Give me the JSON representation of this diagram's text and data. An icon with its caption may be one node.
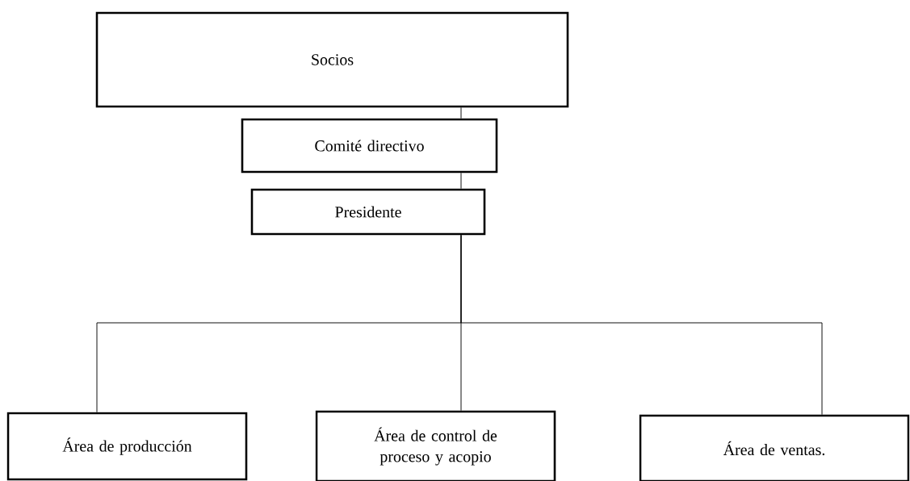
{
  "diagram": {
    "nodes": [
      {
        "text": [
          "Socios"
        ]
      },
      {
        "text": [
          "Comité directivo"
        ]
      },
      {
        "text": [
          "Presidente"
        ]
      },
      {
        "text": [
          "Área de producción"
        ]
      },
      {
        "text": [
          "Área de control de proceso y acopio"
        ]
      },
      {
        "text": [
          "Área de ventas."
        ]
      }
    ],
    "edges": [
      {
        "from": 0,
        "to": 1,
        "arrow": "none"
      },
      {
        "from": 1,
        "to": 2,
        "arrow": "none"
      },
      {
        "from": 2,
        "to": 3,
        "arrow": "none"
      },
      {
        "from": 2,
        "to": 4,
        "arrow": "none"
      },
      {
        "from": 2,
        "to": 5,
        "arrow": "none"
      }
    ]
  }
}
